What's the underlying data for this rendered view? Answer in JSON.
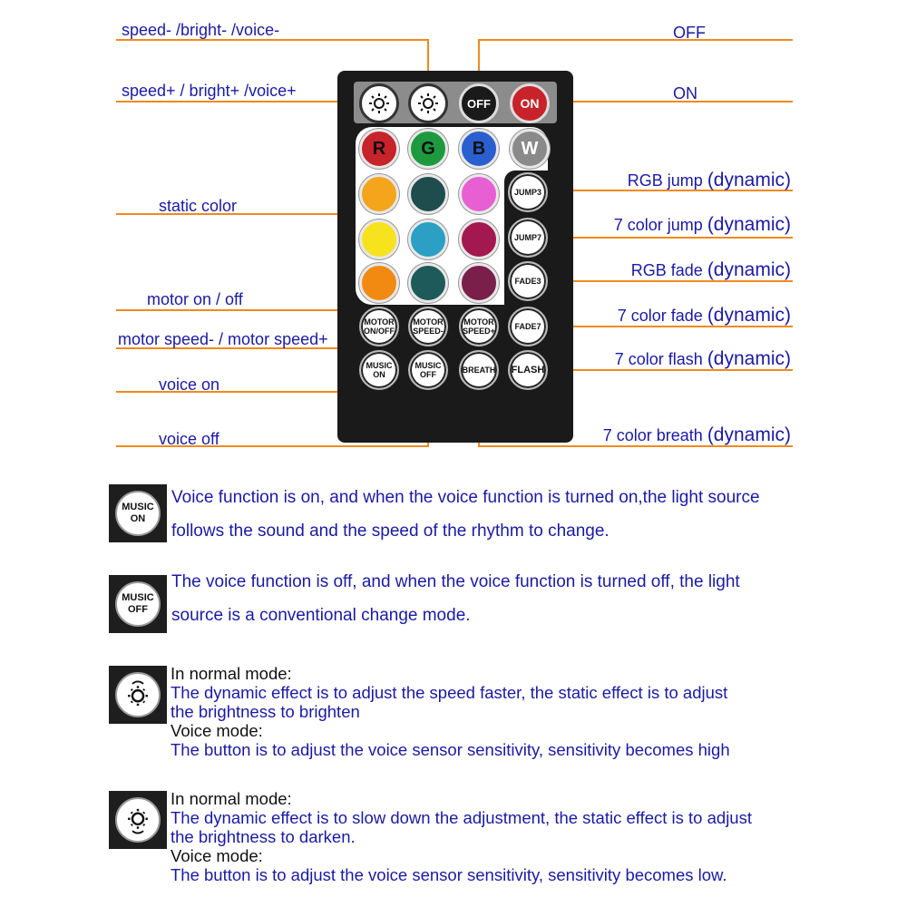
{
  "labels": {
    "speed_minus": "speed- /bright- /voice-",
    "speed_plus": "speed+ / bright+ /voice+",
    "off": "OFF",
    "on": "ON",
    "static_color": "static color",
    "motor_onoff": "motor on / off",
    "motor_speed": "motor speed- / motor speed+",
    "voice_on": "voice on",
    "voice_off": "voice off",
    "rgb_jump": "RGB jump",
    "color7_jump": "7 color jump",
    "rgb_fade": "RGB fade",
    "color7_fade": "7 color fade",
    "color7_flash": "7 color flash",
    "color7_breath": "7 color breath",
    "dynamic": "(dynamic)"
  },
  "remote": {
    "off_label": "OFF",
    "on_label": "ON",
    "letters": [
      "R",
      "G",
      "B",
      "W"
    ],
    "letter_colors": [
      "#c8222a",
      "#1e9a3e",
      "#2a5fcf",
      "#8a8a8a"
    ],
    "static_colors": [
      "#f5a51c",
      "#1f4d4d",
      "#e85fd4",
      "#f7e21e",
      "#2b9fc4",
      "#a3184f",
      "#f28a12",
      "#1e5a5a",
      "#7a1f4a"
    ],
    "mode_buttons": [
      {
        "line1": "JUMP3",
        "line2": ""
      },
      {
        "line1": "JUMP7",
        "line2": ""
      },
      {
        "line1": "FADE3",
        "line2": ""
      },
      {
        "line1": "FADE7",
        "line2": ""
      },
      {
        "line1": "FLASH",
        "line2": ""
      }
    ],
    "motor_buttons": [
      {
        "line1": "MOTOR",
        "line2": "ON/OFF"
      },
      {
        "line1": "MOTOR",
        "line2": "SPEED-"
      },
      {
        "line1": "MOTOR",
        "line2": "SPEED+"
      }
    ],
    "music_buttons": [
      {
        "line1": "MUSIC",
        "line2": "ON"
      },
      {
        "line1": "MUSIC",
        "line2": "OFF"
      },
      {
        "line1": "BREATH",
        "line2": ""
      }
    ]
  },
  "descriptions": {
    "music_on": {
      "icon_line1": "MUSIC",
      "icon_line2": "ON",
      "line1": "Voice function is on, and when the voice function is turned on,the light source",
      "line2": "follows the sound and the speed of the rhythm  to change."
    },
    "music_off": {
      "icon_line1": "MUSIC",
      "icon_line2": "OFF",
      "line1": "The voice function is off, and when the voice function is turned off, the light",
      "line2": "source is a conventional change mode."
    },
    "speed_up": {
      "normal": "In normal mode:",
      "l1": "The dynamic effect is to adjust the speed faster, the static effect is to adjust",
      "l2": "the brightness to brighten",
      "voice": "Voice mode:",
      "l3": "The button is to adjust the voice sensor sensitivity, sensitivity becomes high"
    },
    "speed_down": {
      "normal": "In normal mode:",
      "l1": "The dynamic effect is to slow down the adjustment, the static effect is to adjust",
      "l2": "the brightness to darken.",
      "voice": "Voice mode:",
      "l3": "The button is to adjust the voice sensor sensitivity, sensitivity becomes low."
    }
  },
  "colors": {
    "line": "#f08a1c",
    "text": "#1a1aa6",
    "off_button": "#1a1a1a",
    "on_button": "#c8222a"
  }
}
